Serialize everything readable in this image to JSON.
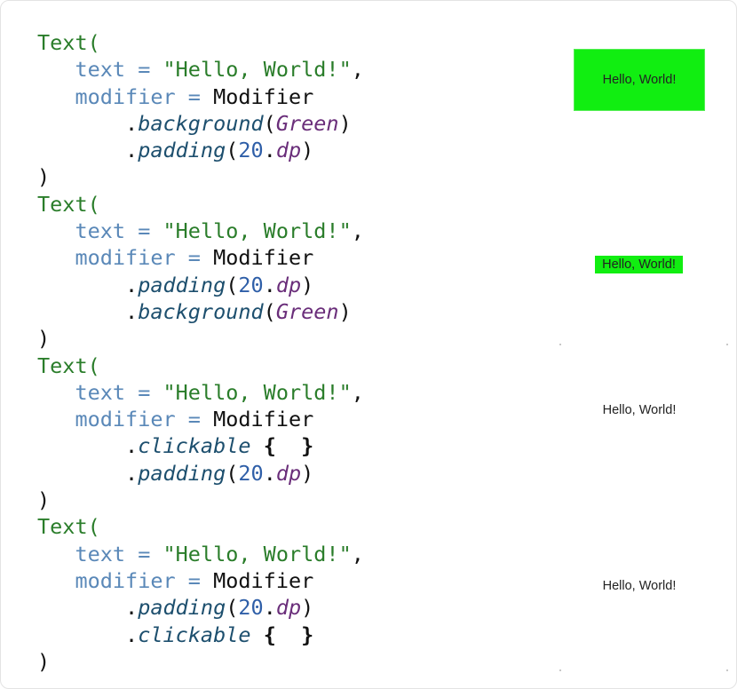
{
  "code_blocks": [
    {
      "call": "Text(",
      "text_param": "text",
      "text_value": "\"Hello, World!\"",
      "modifier_param": "modifier",
      "modifier_base": "Modifier",
      "chain": [
        {
          "fn": "background",
          "open": "(",
          "arg": "Green",
          "arg_kind": "color",
          "close": ")"
        },
        {
          "fn": "padding",
          "open": "(",
          "arg": "20",
          "ext": "dp",
          "arg_kind": "dp",
          "close": ")"
        }
      ],
      "close": ")"
    },
    {
      "call": "Text(",
      "text_param": "text",
      "text_value": "\"Hello, World!\"",
      "modifier_param": "modifier",
      "modifier_base": "Modifier",
      "chain": [
        {
          "fn": "padding",
          "open": "(",
          "arg": "20",
          "ext": "dp",
          "arg_kind": "dp",
          "close": ")"
        },
        {
          "fn": "background",
          "open": "(",
          "arg": "Green",
          "arg_kind": "color",
          "close": ")"
        }
      ],
      "close": ")"
    },
    {
      "call": "Text(",
      "text_param": "text",
      "text_value": "\"Hello, World!\"",
      "modifier_param": "modifier",
      "modifier_base": "Modifier",
      "chain": [
        {
          "fn": "clickable",
          "open": "{",
          "close": "}",
          "arg_kind": "lambda"
        },
        {
          "fn": "padding",
          "open": "(",
          "arg": "20",
          "ext": "dp",
          "arg_kind": "dp",
          "close": ")"
        }
      ],
      "close": ")"
    },
    {
      "call": "Text(",
      "text_param": "text",
      "text_value": "\"Hello, World!\"",
      "modifier_param": "modifier",
      "modifier_base": "Modifier",
      "chain": [
        {
          "fn": "padding",
          "open": "(",
          "arg": "20",
          "ext": "dp",
          "arg_kind": "dp",
          "close": ")"
        },
        {
          "fn": "clickable",
          "open": "{",
          "close": "}",
          "arg_kind": "lambda"
        }
      ],
      "close": ")"
    }
  ],
  "previews": [
    {
      "label": "Hello, World!",
      "background": "#11ee11"
    },
    {
      "label": "Hello, World!",
      "background": "#11ee11"
    },
    {
      "label": "Hello, World!",
      "background": ""
    },
    {
      "label": "Hello, World!",
      "background": ""
    }
  ],
  "colors": {
    "keyword_green": "#2a7d2a",
    "param_blue": "#5a88b8",
    "function_teal": "#1d4f6e",
    "argument_purple": "#6a2e7a",
    "number_blue": "#2f5fa8",
    "preview_green": "#11ee11"
  }
}
